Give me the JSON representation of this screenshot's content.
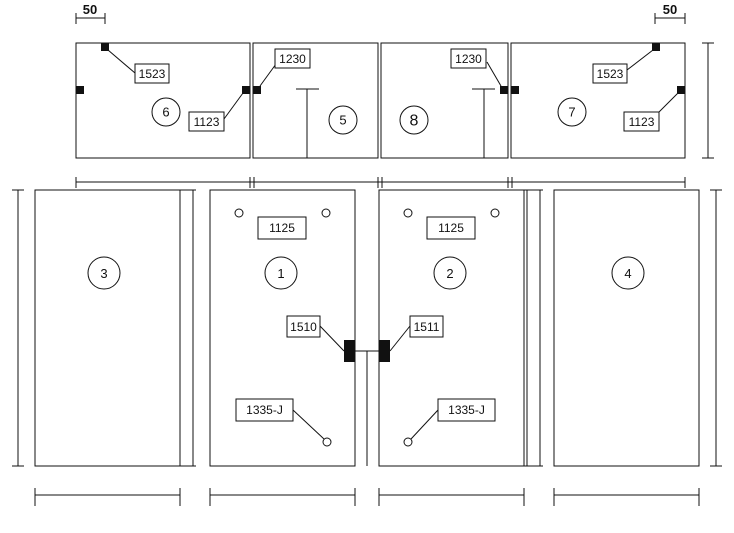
{
  "dimensions": {
    "left": "50",
    "right": "50"
  },
  "upper_panels": [
    {
      "number": "6"
    },
    {
      "number": "5"
    },
    {
      "number": "8"
    },
    {
      "number": "7"
    }
  ],
  "lower_panels": [
    {
      "number": "3"
    },
    {
      "number": "1"
    },
    {
      "number": "2"
    },
    {
      "number": "4"
    }
  ],
  "labels": {
    "p6_top": "1523",
    "p6_right": "1123",
    "p5_left": "1230",
    "p8_right": "1230",
    "p7_top": "1523",
    "p7_right": "1123",
    "p1_top": "1125",
    "p2_top": "1125",
    "p1_latch": "1510",
    "p2_latch": "1511",
    "p1_bottom": "1335-J",
    "p2_bottom": "1335-J"
  }
}
